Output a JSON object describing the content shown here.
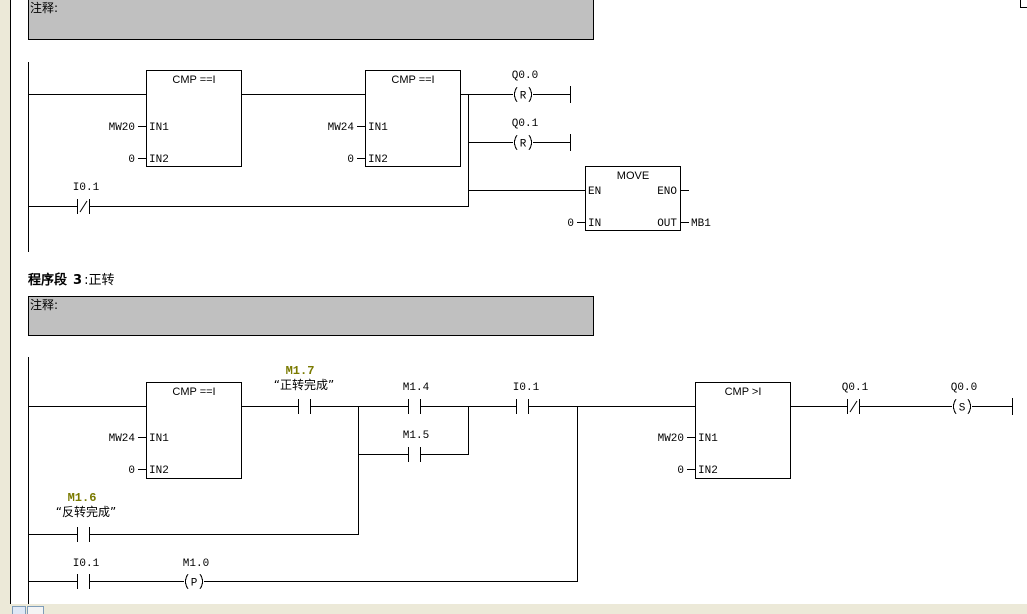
{
  "network2": {
    "comment_label": "注释:",
    "cmp1": {
      "title": "CMP ==I",
      "in1_label": "IN1",
      "in2_label": "IN2",
      "in1": "MW20",
      "in2": "0"
    },
    "cmp2": {
      "title": "CMP ==I",
      "in1_label": "IN1",
      "in2_label": "IN2",
      "in1": "MW24",
      "in2": "0"
    },
    "coil1": {
      "address": "Q0.0",
      "type": "R"
    },
    "coil2": {
      "address": "Q0.1",
      "type": "R"
    },
    "move": {
      "title": "MOVE",
      "en": "EN",
      "eno": "ENO",
      "in_label": "IN",
      "out_label": "OUT",
      "in": "0",
      "out": "MB1"
    },
    "contact_nc": {
      "address": "I0.1"
    }
  },
  "network3": {
    "title_prefix": "程序段",
    "number": "3",
    "separator": ":",
    "title": "正转",
    "comment_label": "注释:",
    "cmp1": {
      "title": "CMP ==I",
      "in1_label": "IN1",
      "in2_label": "IN2",
      "in1": "MW24",
      "in2": "0"
    },
    "contact_m17": {
      "address": "M1.7",
      "symbol": "“正转完成”"
    },
    "contact_m14": {
      "address": "M1.4"
    },
    "contact_m15": {
      "address": "M1.5"
    },
    "contact_i01": {
      "address": "I0.1"
    },
    "cmp2": {
      "title": "CMP >I",
      "in1_label": "IN1",
      "in2_label": "IN2",
      "in1": "MW20",
      "in2": "0"
    },
    "contact_q01": {
      "address": "Q0.1"
    },
    "coil_q00": {
      "address": "Q0.0",
      "type": "S"
    },
    "contact_m16": {
      "address": "M1.6",
      "symbol": "“反转完成”"
    },
    "contact_i01_b": {
      "address": "I0.1"
    },
    "coil_m10": {
      "address": "M1.0",
      "type": "P"
    }
  }
}
